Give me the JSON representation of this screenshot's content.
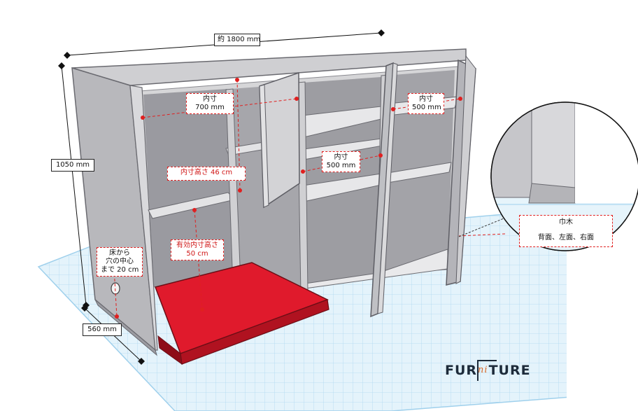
{
  "diagram": {
    "dimensions": {
      "width": "約 1800 mm",
      "height": "1050 mm",
      "depth": "560 mm"
    },
    "annotations": {
      "inner_width_left": [
        "内寸",
        "700 mm"
      ],
      "inner_width_right": [
        "内寸",
        "500 mm"
      ],
      "inner_width_center": [
        "内寸",
        "500 mm"
      ],
      "inner_height_shelf": "内寸高さ 46 cm",
      "effective_inner_height": [
        "有効内寸高さ",
        "50 cm"
      ],
      "hole_from_floor": [
        "床から",
        "穴の中心",
        "まで 20 cm"
      ]
    },
    "detail": {
      "title": "巾木",
      "text": "背面、左面、右面"
    },
    "logo": {
      "part1": "FUR",
      "part2": "ni",
      "part3": "TURE"
    }
  }
}
